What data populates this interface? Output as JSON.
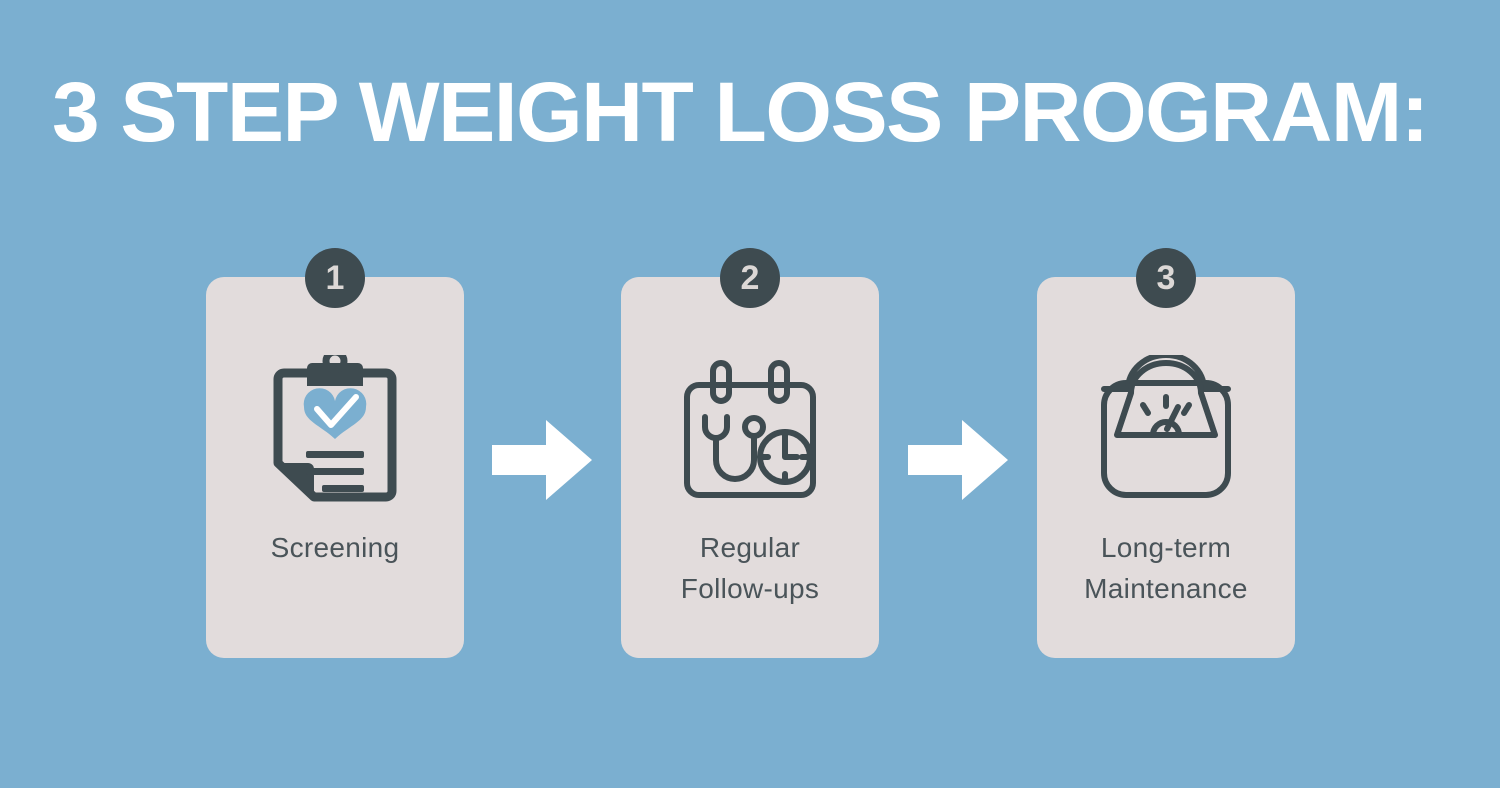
{
  "page": {
    "title": "3 STEP WEIGHT LOSS PROGRAM:",
    "background_color": "#7BAFD0",
    "card_color": "#E2DCDC",
    "badge_color": "#3E4B50",
    "icon_color": "#3E4B50",
    "accent_color": "#7BAFD0",
    "title_color": "#FFFFFF",
    "label_color": "#4A5459"
  },
  "steps": [
    {
      "number": "1",
      "label": "Screening",
      "icon": "clipboard-heart-check-icon"
    },
    {
      "number": "2",
      "label": "Regular\nFollow-ups",
      "icon": "calendar-stethoscope-clock-icon"
    },
    {
      "number": "3",
      "label": "Long-term\nMaintenance",
      "icon": "weighing-scale-icon"
    }
  ],
  "arrows": [
    {
      "name": "arrow-step1-to-step2",
      "direction": "right"
    },
    {
      "name": "arrow-step2-to-step3",
      "direction": "right"
    }
  ]
}
